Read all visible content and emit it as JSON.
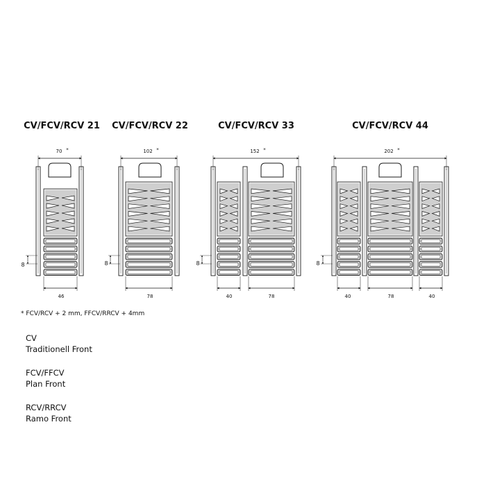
{
  "panels": [
    {
      "title": "CV/FCV/RCV 21",
      "width_label": "70",
      "bottom_dims": [
        "46"
      ],
      "spacing_label": "8"
    },
    {
      "title": "CV/FCV/RCV 22",
      "width_label": "102",
      "bottom_dims": [
        "78"
      ],
      "spacing_label": "8"
    },
    {
      "title": "CV/FCV/RCV 33",
      "width_label": "152",
      "bottom_dims": [
        "40",
        "78"
      ],
      "spacing_label": "8"
    },
    {
      "title": "CV/FCV/RCV 44",
      "width_label": "202",
      "bottom_dims": [
        "40",
        "78",
        "40"
      ],
      "spacing_label": "8"
    }
  ],
  "asterisk": "*",
  "footnote": "* FCV/RCV + 2 mm, FFCV/RRCV + 4mm",
  "legend": [
    {
      "code": "CV",
      "name": "Traditionell Front"
    },
    {
      "code": "FCV/FFCV",
      "name": "Plan Front"
    },
    {
      "code": "RCV/RRCV",
      "name": "Ramo Front"
    }
  ],
  "colors": {
    "line": "#1a1a1a",
    "shade": "#cfcfcf",
    "light": "#ededed"
  }
}
